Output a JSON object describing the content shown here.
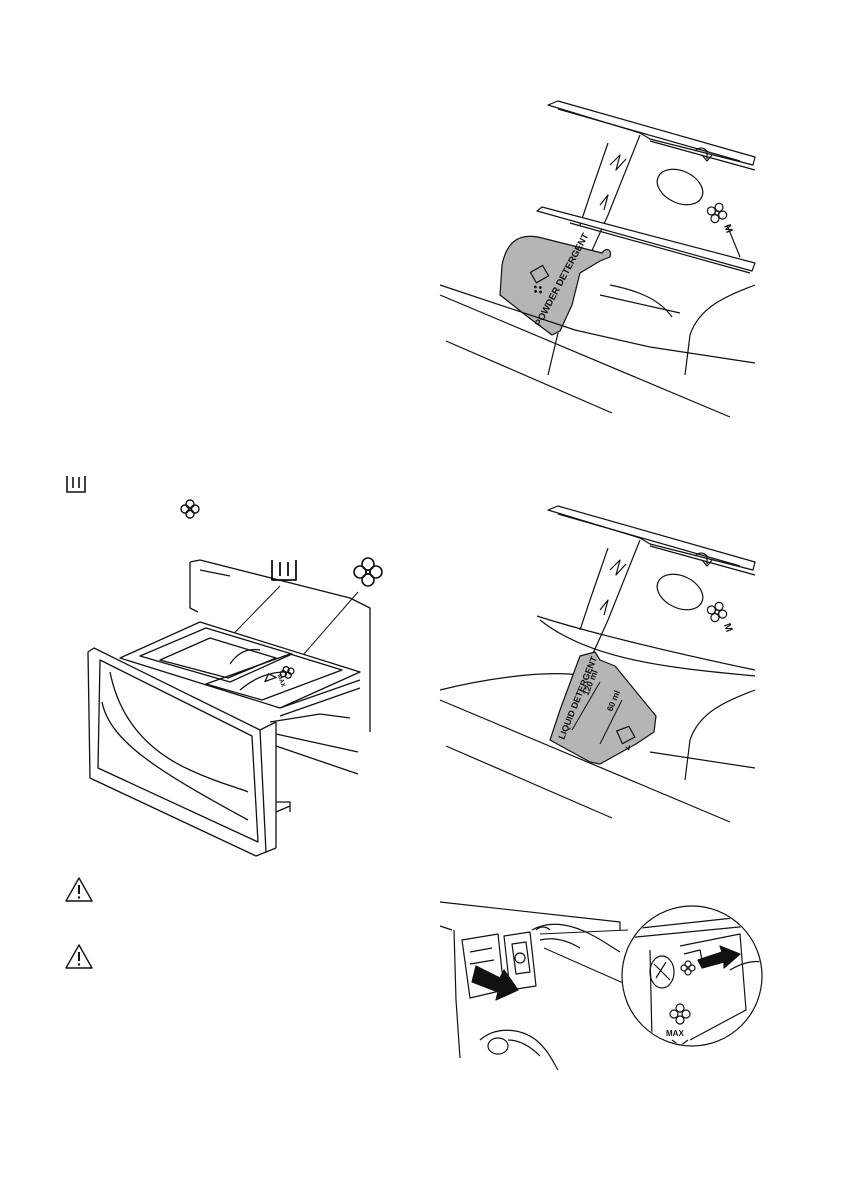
{
  "figures": {
    "powder": {
      "flap_label": "POWDER DETERGENT",
      "dispenser_text": "M"
    },
    "liquid": {
      "flap_label": "LIQUID DETERGENT",
      "mark_high": "120 ml",
      "mark_low": "60 ml",
      "dispenser_text": "M"
    },
    "drawer": {
      "compartment_text": "MAX"
    },
    "removal": {
      "zoom_text": "MAX"
    }
  },
  "icons": {
    "prewash": "prewash-icon",
    "softener": "softener-icon",
    "warning": "warning-triangle-icon"
  },
  "colors": {
    "line": "#111111",
    "flap_fill": "#b5b5b5",
    "paper": "#ffffff"
  }
}
